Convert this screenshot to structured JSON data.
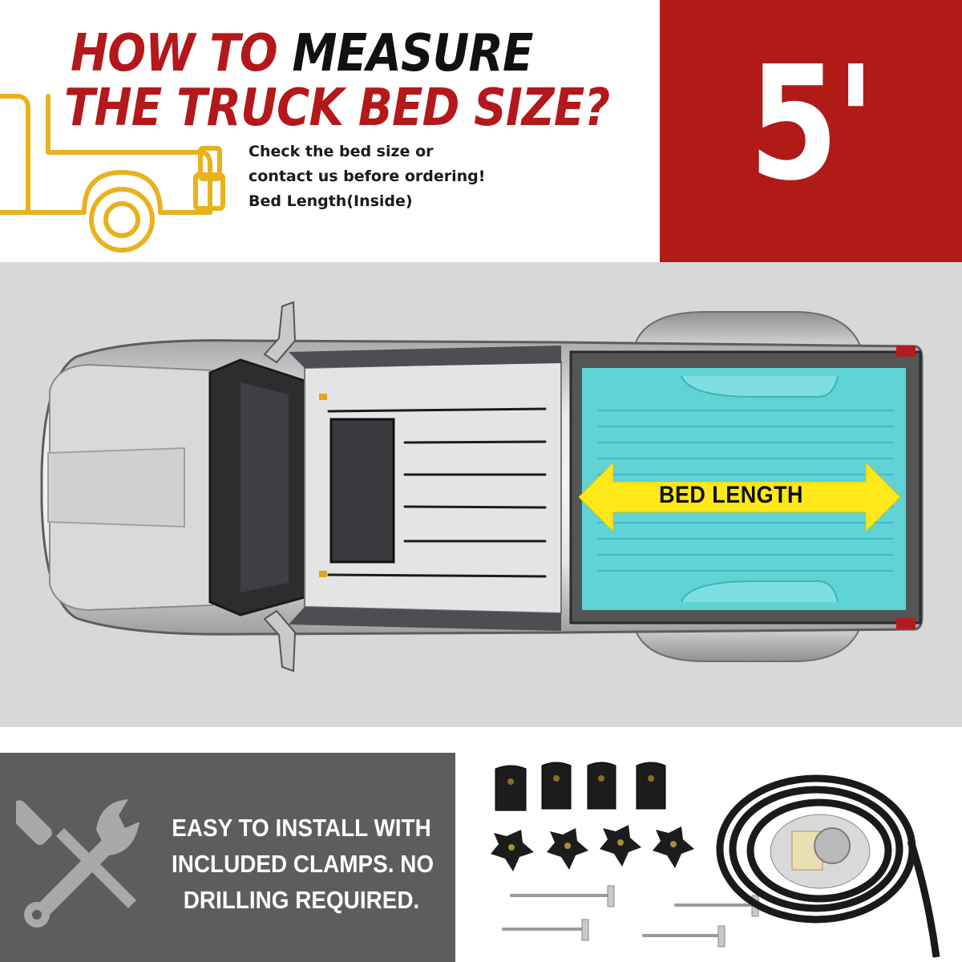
{
  "header": {
    "headline_line1_red": "HOW TO",
    "headline_line1_black": "MEASURE",
    "headline_line2": "THE TRUCK BED SIZE?",
    "subtext": [
      "Check the bed size or",
      "contact us before ordering!",
      "Bed Length(Inside)"
    ],
    "bed_size": "5'"
  },
  "truck": {
    "bed_label": "BED LENGTH"
  },
  "install": {
    "lines": [
      "EASY TO INSTALL WITH",
      "INCLUDED CLAMPS. NO",
      "DRILLING REQUIRED."
    ]
  },
  "colors": {
    "brand_red": "#b01a17",
    "bed_cyan": "#5fd3d6",
    "arrow_yellow": "#ffe81a",
    "outline_gold": "#e8b21c",
    "install_panel": "#5d5d5d"
  },
  "icons": [
    "truck-outline-icon",
    "wrench-screwdriver-icon"
  ]
}
